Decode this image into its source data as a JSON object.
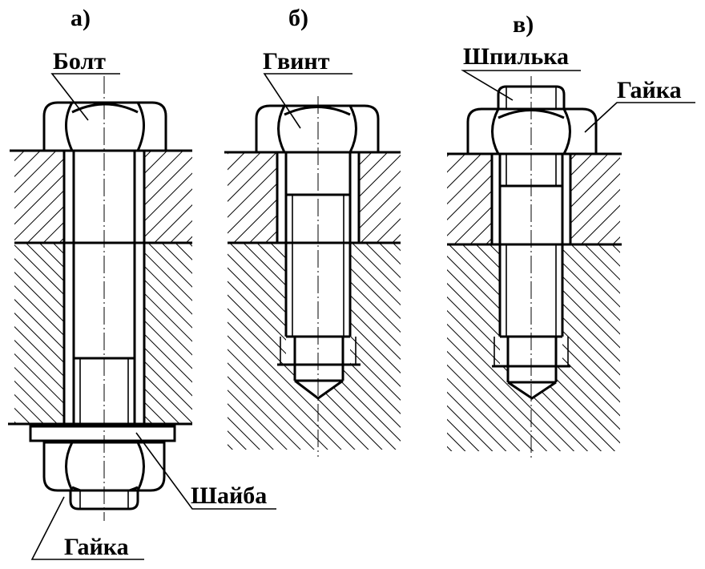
{
  "panels": [
    {
      "id": "a",
      "label": "а)",
      "callouts": {
        "bolt": "Болт",
        "washer": "Шайба",
        "nut": "Гайка"
      }
    },
    {
      "id": "b",
      "label": "б)",
      "callouts": {
        "screw": "Гвинт"
      }
    },
    {
      "id": "v",
      "label": "в)",
      "callouts": {
        "stud": "Шпилька",
        "nut": "Гайка"
      }
    }
  ]
}
